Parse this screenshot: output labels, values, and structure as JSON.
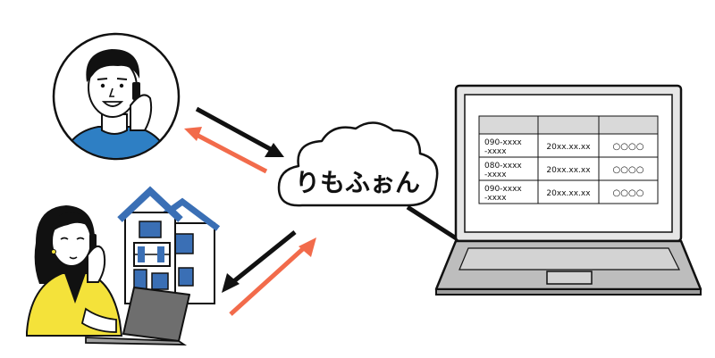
{
  "cloud": {
    "label": "りもふぉん"
  },
  "table": {
    "rows": [
      {
        "phone_line1": "090-xxxx",
        "phone_line2": "-xxxx",
        "date": "20xx.xx.xx",
        "mark": "○○○○"
      },
      {
        "phone_line1": "080-xxxx",
        "phone_line2": "-xxxx",
        "date": "20xx.xx.xx",
        "mark": "○○○○"
      },
      {
        "phone_line1": "090-xxxx",
        "phone_line2": "-xxxx",
        "date": "20xx.xx.xx",
        "mark": "○○○○"
      }
    ]
  },
  "colors": {
    "black_arrow": "#111111",
    "orange_arrow": "#f26b4b",
    "shirt_blue": "#2e7fc4",
    "jacket_yellow": "#f4e23a",
    "house_blue": "#3a6fb5",
    "laptop_gray": "#bdbdbd",
    "table_header": "#d9d9d9"
  },
  "icons": [
    "man-on-phone-icon",
    "woman-on-phone-icon",
    "house-icon",
    "cloud-icon",
    "laptop-icon",
    "small-laptop-icon"
  ]
}
